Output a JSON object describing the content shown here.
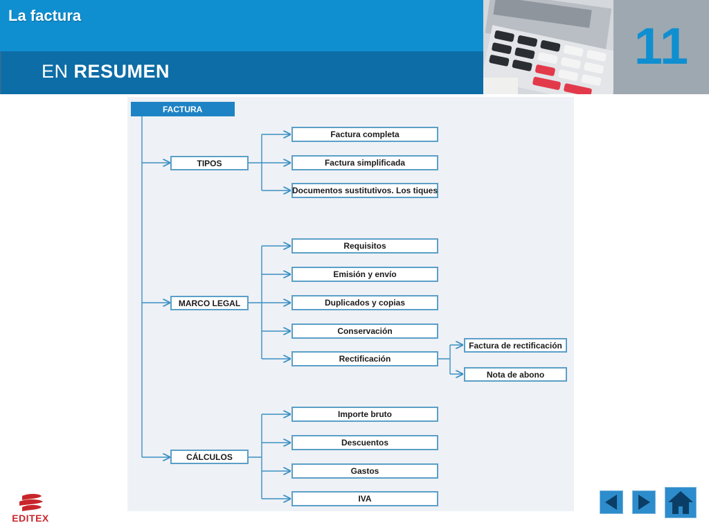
{
  "header": {
    "app_title": "La factura",
    "section_title_part1": "EN",
    "section_title_part2": "RESUMEN",
    "chapter_number": "11"
  },
  "diagram": {
    "root": "FACTURA",
    "branches": [
      {
        "label": "TIPOS",
        "children": [
          {
            "label": "Factura completa"
          },
          {
            "label": "Factura simplificada"
          },
          {
            "label": "Documentos sustitutivos. Los tiques"
          }
        ]
      },
      {
        "label": "MARCO LEGAL",
        "children": [
          {
            "label": "Requisitos"
          },
          {
            "label": "Emisión y envío"
          },
          {
            "label": "Duplicados y copias"
          },
          {
            "label": "Conservación"
          },
          {
            "label": "Rectificación",
            "children": [
              {
                "label": "Factura de rectificación"
              },
              {
                "label": "Nota de abono"
              }
            ]
          }
        ]
      },
      {
        "label": "CÁLCULOS",
        "children": [
          {
            "label": "Importe bruto"
          },
          {
            "label": "Descuentos"
          },
          {
            "label": "Gastos"
          },
          {
            "label": "IVA"
          }
        ]
      }
    ]
  },
  "footer": {
    "logo_text": "EDITEX",
    "nav": [
      {
        "name": "previous",
        "icon": "arrow-left-icon"
      },
      {
        "name": "next",
        "icon": "arrow-right-icon"
      },
      {
        "name": "home",
        "icon": "home-icon"
      }
    ]
  },
  "colors": {
    "header_top": "#0f8fd0",
    "header_bottom": "#0d6da6",
    "chapter_box": "#9ea8b1",
    "chapter_number": "#0f8fd0",
    "node_border": "#5a9fc7",
    "root_fill": "#1e83c4",
    "logo_red": "#c8252b",
    "nav_blue": "#2d8ccc"
  }
}
